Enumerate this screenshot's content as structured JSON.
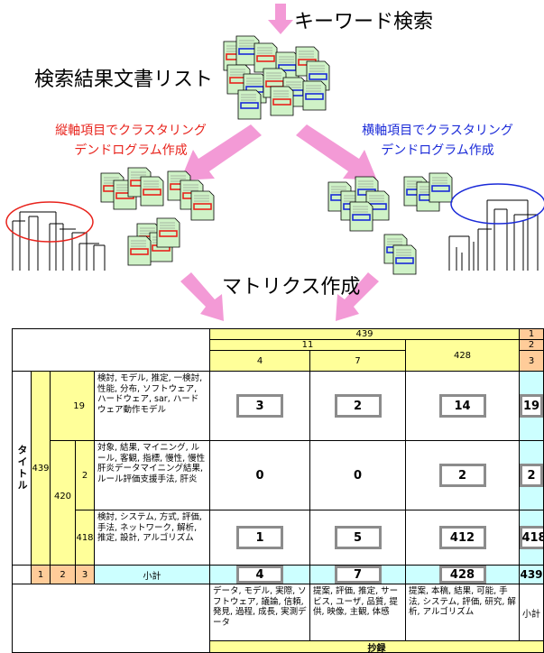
{
  "labels": {
    "keyword_search": "キーワード検索",
    "result_list": "検索結果文書リスト",
    "vertical_cluster": "縦軸項目でクラスタリング\nデンドログラム作成",
    "horizontal_cluster": "横軸項目でクラスタリング\nデンドログラム作成",
    "make_matrix": "マトリクス作成"
  },
  "colors": {
    "arrow": "#f39ad6",
    "arrow_dark": "#e070b8",
    "red_text": "#e8231c",
    "blue_text": "#1a2ad8",
    "doc_green": "#cff2c7",
    "yellow": "#ffff99",
    "orange": "#ffcc99",
    "cyan": "#ccffff"
  },
  "matrix": {
    "header": {
      "top": "439",
      "top_right": "1",
      "mid": "11",
      "mid_right_group": "428",
      "mid_right": "2",
      "col4": "4",
      "col7": "7",
      "right_row3": "3"
    },
    "side_title": "タイトル",
    "row_group": "439",
    "sub_group": "420",
    "rows": [
      {
        "cluster": "19",
        "text": "検討, モデル, 推定, 一検討, 性能, 分布, ソフトウェア, ハードウェア, sar, ハードウェア動作モデル",
        "values": [
          "3",
          "2",
          "14",
          "19"
        ]
      },
      {
        "cluster": "2",
        "text": "対象, 結果, マイニング, ルール, 客観, 指標, 慢性, 慢性肝炎データマイニング結果, ルール評価支援手法, 肝炎",
        "values": [
          "0",
          "0",
          "2",
          "2"
        ]
      },
      {
        "cluster": "418",
        "text": "検討, システム, 方式, 評価, 手法, ネットワーク, 解析, 推定, 設計, アルゴリズム",
        "values": [
          "1",
          "5",
          "412",
          "418"
        ]
      }
    ],
    "subtotal_row": {
      "n1": "1",
      "n2": "2",
      "n3": "3",
      "label": "小計",
      "values": [
        "4",
        "7",
        "428",
        "439"
      ]
    },
    "bottom_texts": [
      "データ, モデル, 実際, ソフトウェア, 議論, 信頼, 発見, 過程, 成長, 実測データ",
      "提案, 評価, 推定, サービス, ユーザ, 品質, 提供, 映像, 主観, 体感",
      "提案, 本稿, 結果, 可能, 手法, システム, 評価, 研究, 解析, アルゴリズム"
    ],
    "bottom_right_label": "小計",
    "footer_label": "抄録"
  }
}
